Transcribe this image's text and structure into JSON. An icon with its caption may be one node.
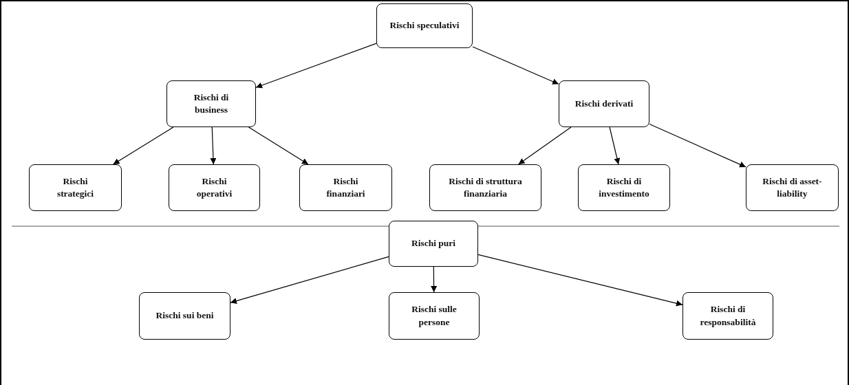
{
  "diagram": {
    "nodes": [
      {
        "text": [
          "Rischi speculativi"
        ]
      },
      {
        "text": [
          "Rischi di business"
        ]
      },
      {
        "text": [
          "Rischi derivati"
        ]
      },
      {
        "text": [
          "Rischi strategici"
        ]
      },
      {
        "text": [
          "Rischi operativi"
        ]
      },
      {
        "text": [
          "Rischi finanziari"
        ]
      },
      {
        "text": [
          "Rischi di struttura finanziaria"
        ]
      },
      {
        "text": [
          "Rischi di investimento"
        ]
      },
      {
        "text": [
          "Rischi di asset-liability"
        ]
      },
      {
        "text": [
          "Rischi puri"
        ]
      },
      {
        "text": [
          "Rischi sui beni"
        ]
      },
      {
        "text": [
          "Rischi sulle persone"
        ]
      },
      {
        "text": [
          "Rischi di responsabilità"
        ]
      }
    ],
    "edges": [
      {
        "from": 0,
        "to": 1,
        "arrow": "to"
      },
      {
        "from": 0,
        "to": 2,
        "arrow": "to"
      },
      {
        "from": 1,
        "to": 3,
        "arrow": "to"
      },
      {
        "from": 1,
        "to": 4,
        "arrow": "to"
      },
      {
        "from": 1,
        "to": 5,
        "arrow": "to"
      },
      {
        "from": 2,
        "to": 6,
        "arrow": "to"
      },
      {
        "from": 2,
        "to": 7,
        "arrow": "to"
      },
      {
        "from": 2,
        "to": 8,
        "arrow": "to"
      },
      {
        "from": 9,
        "to": 10,
        "arrow": "to"
      },
      {
        "from": 9,
        "to": 11,
        "arrow": "to"
      },
      {
        "from": 9,
        "to": 12,
        "arrow": "to"
      }
    ]
  }
}
